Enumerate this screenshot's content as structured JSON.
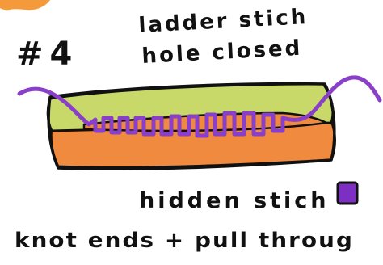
{
  "step_number": "#4",
  "caption": {
    "line1": "ladder stich",
    "line2": "hole closed"
  },
  "hidden_stitch_label": "hidden stich",
  "bottom_note": "knot ends + pull throug",
  "colors": {
    "top_layer": "#c8d96a",
    "bottom_layer": "#f08a3e",
    "stitch": "#8a3fc9",
    "corner_blob": "#f59a3a",
    "outline": "#111111",
    "swatch": "#7d2fc2"
  },
  "icons": [
    "corner-blob-icon",
    "hidden-stitch-swatch-icon"
  ]
}
